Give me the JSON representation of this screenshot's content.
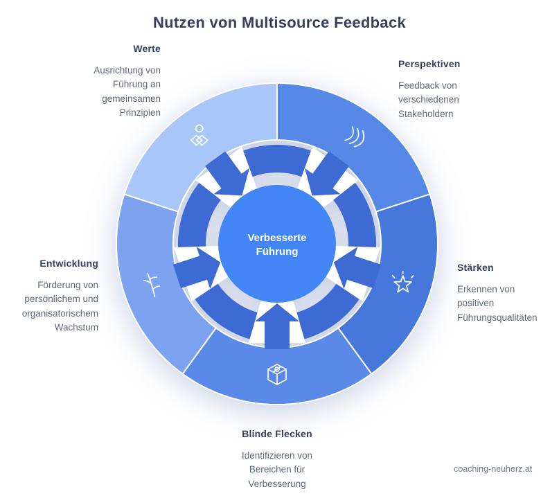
{
  "title": "Nutzen von Multisource Feedback",
  "footer": "coaching-neuherz.at",
  "diagram": {
    "center_label": "Verbesserte\nFührung",
    "center_color": "#4285F4",
    "ring_color": "#3E6AD4",
    "segments": [
      {
        "id": "perspektiven",
        "label": "Perspektiven",
        "description": "Feedback von\nverschiedenen\nStakeholdern",
        "color": "#5688E8",
        "icon": "speech-waves-icon"
      },
      {
        "id": "staerken",
        "label": "Stärken",
        "description": "Erkennen von\npositiven\nFührungsqualitäten",
        "color": "#4678DB",
        "icon": "star-icon"
      },
      {
        "id": "blinde-flecken",
        "label": "Blinde Flecken",
        "description": "Identifizieren von\nBereichen für\nVerbesserung",
        "color": "#5A89E8",
        "icon": "blind-spot-box-icon"
      },
      {
        "id": "entwicklung",
        "label": "Entwicklung",
        "description": "Förderung von\npersönlichem und\norganisatorischem\nWachstum",
        "color": "#7CA2F0",
        "icon": "branch-icon"
      },
      {
        "id": "werte",
        "label": "Werte",
        "description": "Ausrichtung von\nFührung an\ngemeinsamen\nPrinzipien",
        "color": "#A8C6F8",
        "icon": "people-group-icon"
      }
    ]
  }
}
